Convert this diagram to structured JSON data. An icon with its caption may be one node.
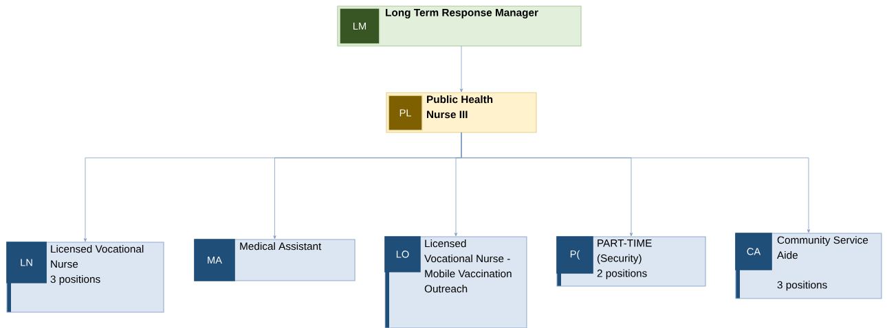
{
  "diagram": {
    "nodes": [
      {
        "text": [
          "Long Term Response Manager"
        ]
      },
      {
        "text": [
          "LM"
        ],
        "in": 0
      },
      {
        "text": [
          "Public Health Nurse III"
        ]
      },
      {
        "text": [
          "PL"
        ],
        "in": 2
      },
      {
        "text": [
          "Licensed Vocational Nurse",
          "3 positions"
        ]
      },
      {
        "text": [
          "LN"
        ],
        "in": 4
      },
      {
        "text": [
          "Medical Assistant"
        ]
      },
      {
        "text": [
          "MA"
        ],
        "in": 6
      },
      {
        "text": [
          "Licensed Vocational Nurse - Mobile Vaccination Outreach"
        ]
      },
      {
        "text": [
          "LO"
        ],
        "in": 8
      },
      {
        "text": [
          "PART-TIME (Security)",
          "2 positions"
        ]
      },
      {
        "text": [
          "P("
        ],
        "in": 10
      },
      {
        "text": [
          "Community Service Aide",
          "3 positions"
        ]
      },
      {
        "text": [
          "CA"
        ],
        "in": 12
      }
    ],
    "edges": [
      {
        "from": 0,
        "to": 2,
        "arrow": "to"
      },
      {
        "from": 2,
        "to": 4,
        "arrow": "to"
      },
      {
        "from": 2,
        "to": 6,
        "arrow": "to"
      },
      {
        "from": 2,
        "to": 8,
        "arrow": "to"
      },
      {
        "from": 2,
        "to": 10,
        "arrow": "to"
      },
      {
        "from": 2,
        "to": 12,
        "arrow": "to"
      }
    ]
  }
}
